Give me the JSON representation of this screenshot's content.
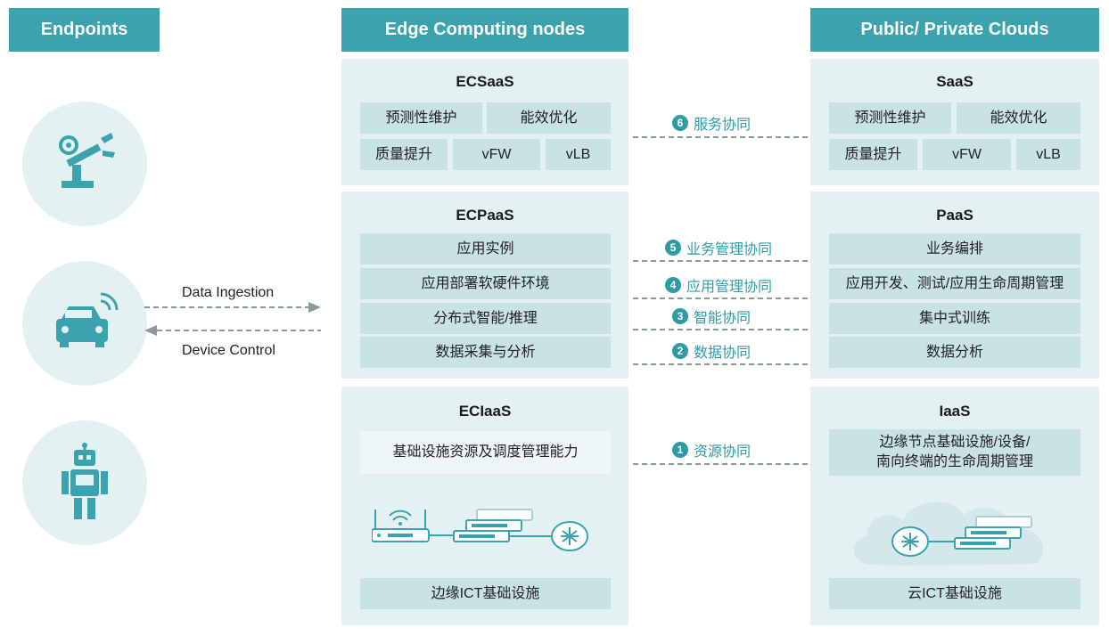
{
  "headers": {
    "endpoints": "Endpoints",
    "edge": "Edge Computing nodes",
    "cloud": "Public/ Private Clouds"
  },
  "endpoints": {
    "ingestion": "Data Ingestion",
    "control": "Device Control"
  },
  "edge": {
    "saas": {
      "title": "ECSaaS",
      "row1": [
        "预测性维护",
        "能效优化"
      ],
      "row2": [
        "质量提升",
        "vFW",
        "vLB"
      ]
    },
    "paas": {
      "title": "ECPaaS",
      "items": [
        "应用实例",
        "应用部署软硬件环境",
        "分布式智能/推理",
        "数据采集与分析"
      ]
    },
    "iaas": {
      "title": "ECIaaS",
      "capability": "基础设施资源及调度管理能力",
      "infra": "边缘ICT基础设施"
    }
  },
  "cloud": {
    "saas": {
      "title": "SaaS",
      "row1": [
        "预测性维护",
        "能效优化"
      ],
      "row2": [
        "质量提升",
        "vFW",
        "vLB"
      ]
    },
    "paas": {
      "title": "PaaS",
      "items": [
        "业务编排",
        "应用开发、测试/应用生命周期管理",
        "集中式训练",
        "数据分析"
      ]
    },
    "iaas": {
      "title": "IaaS",
      "capability_line1": "边缘节点基础设施/设备/",
      "capability_line2": "南向终端的生命周期管理",
      "infra": "云ICT基础设施"
    }
  },
  "links": [
    {
      "num": "6",
      "label": "服务协同"
    },
    {
      "num": "5",
      "label": "业务管理协同"
    },
    {
      "num": "4",
      "label": "应用管理协同"
    },
    {
      "num": "3",
      "label": "智能协同"
    },
    {
      "num": "2",
      "label": "数据协同"
    },
    {
      "num": "1",
      "label": "资源协同"
    }
  ],
  "colors": {
    "header": "#3aa3ad",
    "panel": "#e3f1f3",
    "cell": "#c8e2e6",
    "accent": "#2f9ba6"
  }
}
